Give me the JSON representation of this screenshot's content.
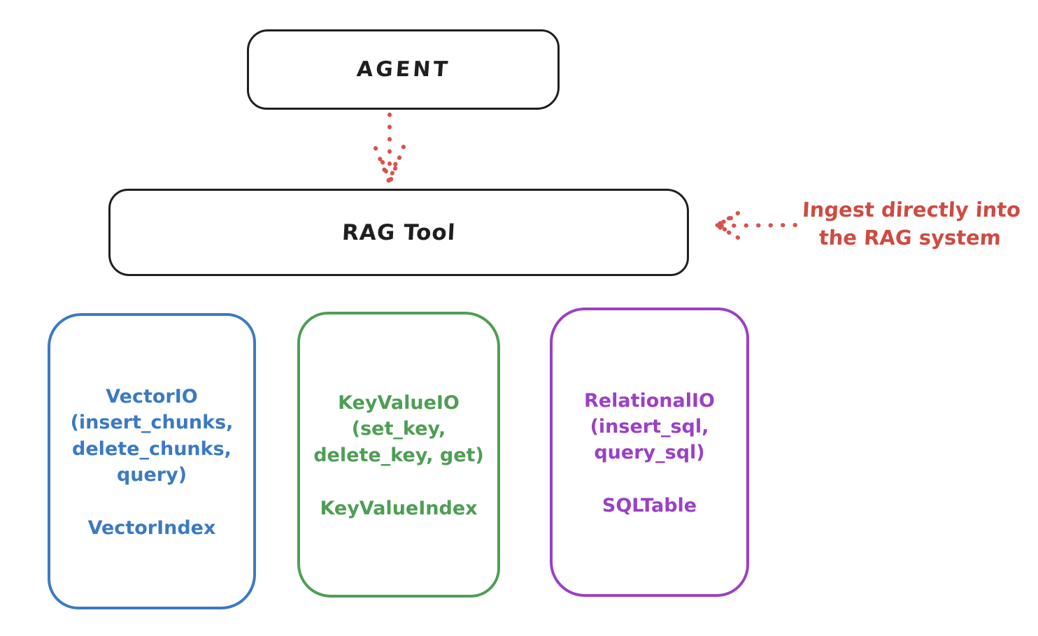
{
  "colors": {
    "ink": "#1f1f1f",
    "arrow_red": "#d9534a",
    "annotation_red": "#ce4b42",
    "vector_blue": "#3b7ac2",
    "keyvalue_green": "#4e9e55",
    "relational_purple": "#9b40c4",
    "background": "#ffffff"
  },
  "nodes": {
    "agent": {
      "label": "AGENT"
    },
    "rag_tool": {
      "label": "RAG Tool"
    },
    "vector_io": {
      "title": "VectorIO\n(insert_chunks,\ndelete_chunks,\nquery)",
      "index": "VectorIndex",
      "color": "#3b7ac2"
    },
    "key_value_io": {
      "title": "KeyValueIO\n(set_key,\ndelete_key, get)",
      "index": "KeyValueIndex",
      "color": "#4e9e55"
    },
    "relational_io": {
      "title": "RelationalIO\n(insert_sql,\nquery_sql)",
      "index": "SQLTable",
      "color": "#9b40c4"
    }
  },
  "annotation": {
    "text": "Ingest directly into\nthe RAG system",
    "color": "#ce4b42"
  },
  "arrows": {
    "agent_to_rag": {
      "style": "dotted",
      "direction": "down",
      "color": "#d9534a"
    },
    "ingest_to_rag": {
      "style": "dotted",
      "direction": "left",
      "color": "#d9534a"
    }
  }
}
